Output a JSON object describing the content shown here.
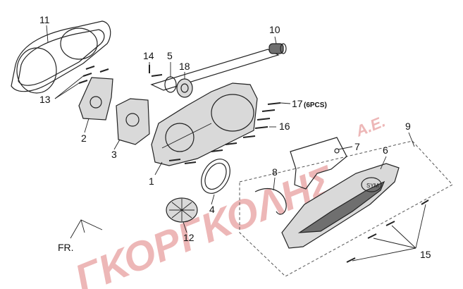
{
  "callouts": {
    "c1": "1",
    "c2": "2",
    "c3": "3",
    "c4": "4",
    "c5": "5",
    "c6": "6",
    "c7": "7",
    "c8": "8",
    "c9": "9",
    "c10": "10",
    "c11": "11",
    "c12": "12",
    "c13": "13",
    "c14": "14",
    "c15": "15",
    "c16": "16",
    "c17": "17",
    "c17_note": "(6PCS)",
    "c18": "18",
    "front": "FR."
  },
  "watermark": {
    "main": "ΓΚΟΡΓΚΟΛΗΣ",
    "suffix": "Α.Ε.",
    "color": "#e8a0a0"
  },
  "colors": {
    "line": "#222222",
    "part_fill": "#d9d9d9",
    "part_dark": "#6f6f6f"
  }
}
